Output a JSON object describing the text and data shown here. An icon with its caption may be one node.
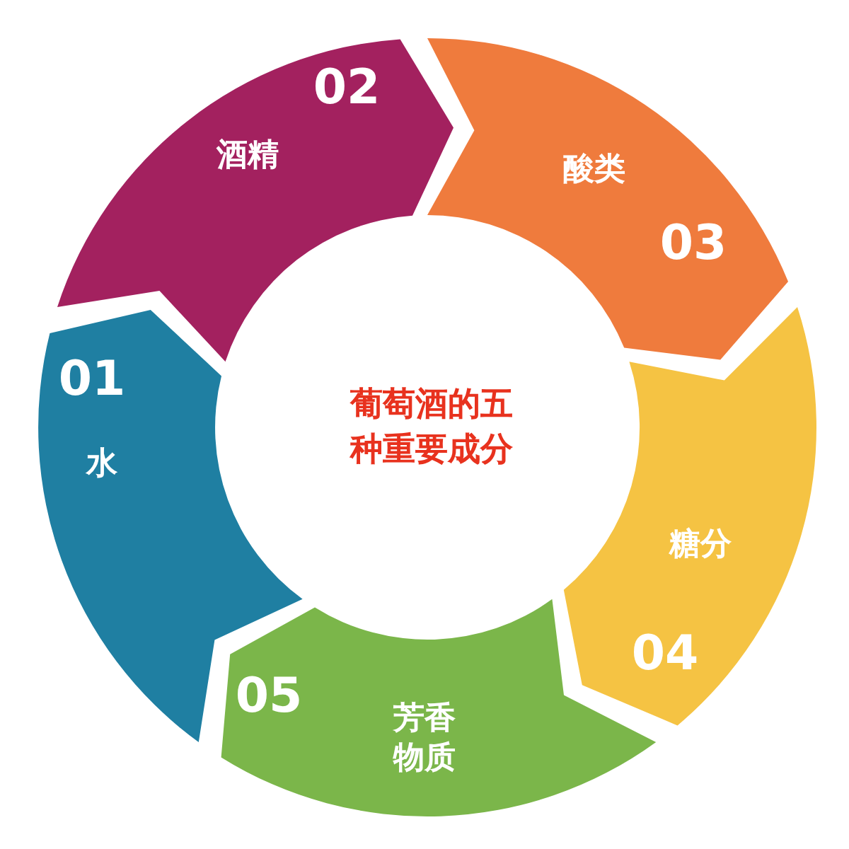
{
  "diagram": {
    "nodes": [
      {
        "text": [
          "01",
          "水"
        ]
      },
      {
        "text": [
          "02",
          "酒精"
        ]
      },
      {
        "text": [
          "酸类",
          "03"
        ]
      },
      {
        "text": [
          "糖分",
          "04"
        ]
      },
      {
        "text": [
          "05",
          "芳香物质"
        ]
      },
      {
        "text": [
          "葡萄酒的五种重要成分"
        ]
      }
    ]
  }
}
